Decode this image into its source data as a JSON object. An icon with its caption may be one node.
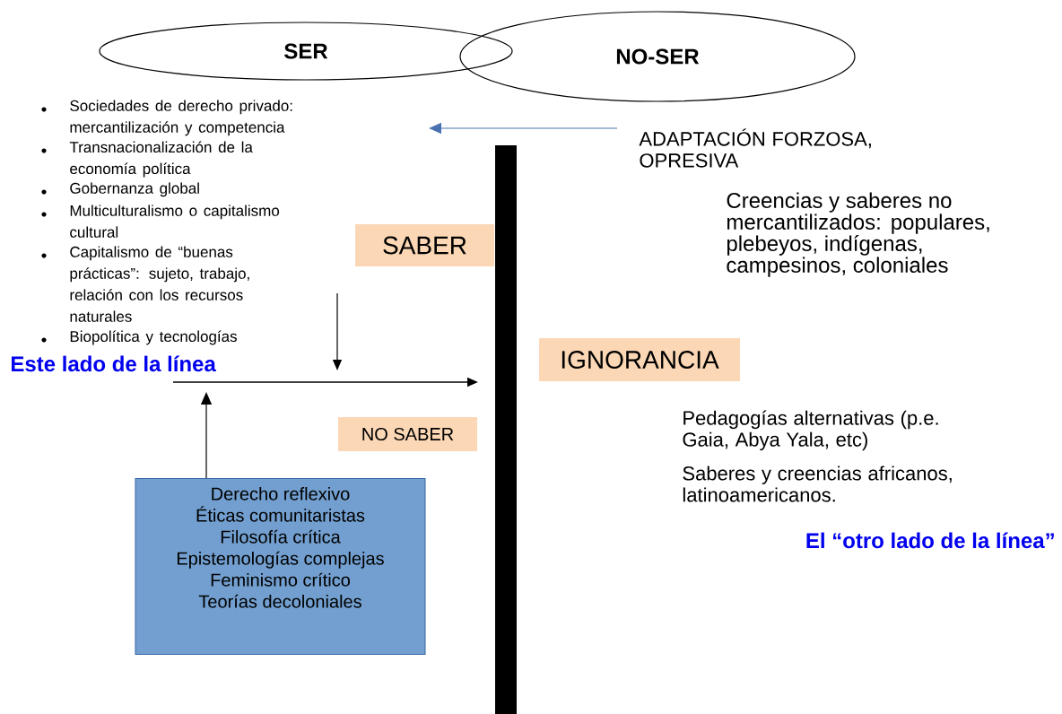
{
  "diagram": {
    "nodes": [
      {
        "text": [
          "SER"
        ]
      },
      {
        "text": [
          "NO-SER"
        ]
      },
      {
        "text": [
          "SABER"
        ]
      },
      {
        "text": [
          "IGNORANCIA"
        ]
      },
      {
        "text": [
          "NO SABER"
        ]
      },
      {
        "text": [
          "Derecho reflexivo",
          "Éticas comunitaristas",
          "Filosofía crítica",
          "Epistemologías complejas",
          "Feminismo crítico",
          "Teorías decoloniales"
        ]
      },
      {
        "text": [
          "ADAPTACIÓN FORZOSA, OPRESIVA"
        ]
      },
      {
        "text": [],
        "shape": "bar"
      }
    ],
    "edges": [
      {
        "from": 6,
        "to": null,
        "arrow": "to",
        "color": "#4a72b0"
      },
      {
        "from": 5,
        "to": null,
        "arrow": "to",
        "color": "#000000"
      }
    ],
    "labels": [
      "Sociedades de derecho privado: mercantilización y competencia",
      "Transnacionalización de la economía política",
      "Gobernanza global",
      "Multiculturalismo o capitalismo cultural",
      "Capitalismo de “buenas prácticas”: sujeto, trabajo, relación con los recursos naturales",
      "Biopolítica y tecnologías",
      "Este lado de la línea",
      "Creencias y saberes no mercantilizados: populares, plebeyos, indígenas, campesinos, coloniales",
      "Pedagogías alternativas (p.e. Gaia, Abya Yala, etc)",
      "Saberes y creencias africanos, latinoamericanos.",
      "El “otro lado de la línea”"
    ]
  }
}
